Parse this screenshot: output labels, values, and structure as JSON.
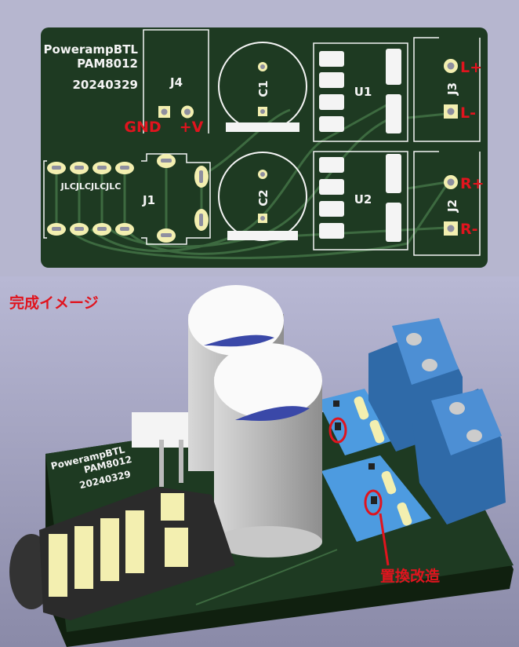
{
  "layout_view": {
    "board_text": [
      "PowerampBTL",
      "PAM8012",
      "20240329"
    ],
    "refs": {
      "j4": "J4",
      "c1": "C1",
      "c2": "C2",
      "u1": "U1",
      "u2": "U2",
      "j1": "J1",
      "j3": "J3",
      "j2": "J2"
    },
    "j1_silk": "JLCJLCJLCJLC",
    "labels": {
      "gnd": "GND",
      "vplus": "+V",
      "lplus": "L+",
      "lminus": "L-",
      "rplus": "R+",
      "rminus": "R-"
    }
  },
  "render_view": {
    "caption": "完成イメージ",
    "board_text": [
      "PowerampBTL",
      "PAM8012",
      "20240329"
    ],
    "annotation": "置換改造"
  },
  "colors": {
    "pcb": "#1e3a22",
    "trace": "#3d6a40",
    "pad": "#f3efb0",
    "annotation": "#e0141e",
    "terminal": "#3f7fc4"
  }
}
